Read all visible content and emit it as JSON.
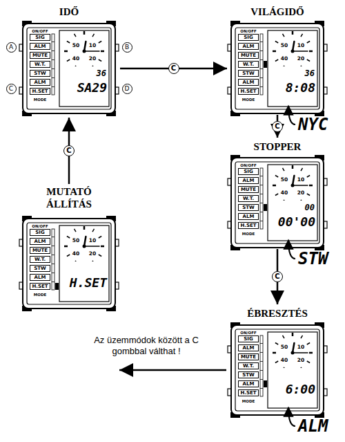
{
  "diagram": {
    "nodes": [
      {
        "text": [
          "IDŐ",
          "36",
          "SA29"
        ]
      },
      {
        "text": [
          "VILÁGIDŐ",
          "36",
          "8:08"
        ]
      },
      {
        "text": [
          "STOPPER",
          "00",
          "00'00"
        ]
      },
      {
        "text": [
          "MUTATÓ ÁLLÍTÁS",
          "H.SET"
        ]
      },
      {
        "text": [
          "ÉBRESZTÉS",
          "6:00"
        ]
      }
    ],
    "edges": [
      {
        "from": 0,
        "to": 1,
        "arrow": "to",
        "label": "C"
      },
      {
        "from": 1,
        "to": 2,
        "arrow": "to",
        "label": "C"
      },
      {
        "from": 2,
        "to": 4,
        "arrow": "to",
        "label": "C"
      },
      {
        "from": 4,
        "to": 3,
        "arrow": "to"
      },
      {
        "from": 3,
        "to": 0,
        "arrow": "to",
        "label": "C"
      }
    ],
    "labels": [
      "A",
      "B",
      "C",
      "D",
      "ON/OFF",
      "SIG",
      "ALM",
      "MUTE",
      "W.T.",
      "STW",
      "ALM",
      "H.SET",
      "MODE",
      "50",
      "10",
      "40",
      "20",
      "ON/OFF",
      "SIG",
      "ALM",
      "MUTE",
      "W.T.",
      "STW",
      "ALM",
      "H.SET",
      "MODE",
      "50",
      "10",
      "40",
      "20",
      "ON/OFF",
      "SIG",
      "ALM",
      "MUTE",
      "W.T.",
      "STW",
      "ALM",
      "H.SET",
      "MODE",
      "50",
      "10",
      "40",
      "20",
      "ON/OFF",
      "SIG",
      "ALM",
      "MUTE",
      "W.T.",
      "STW",
      "ALM",
      "H.SET",
      "MODE",
      "50",
      "10",
      "40",
      "20",
      "ON/OFF",
      "SIG",
      "ALM",
      "MUTE",
      "W.T.",
      "STW",
      "ALM",
      "H.SET",
      "MODE",
      "50",
      "10",
      "40",
      "20",
      "NYC",
      "STW",
      "ALM",
      "Az üzemmódok között a C gombbal válthat !"
    ]
  }
}
